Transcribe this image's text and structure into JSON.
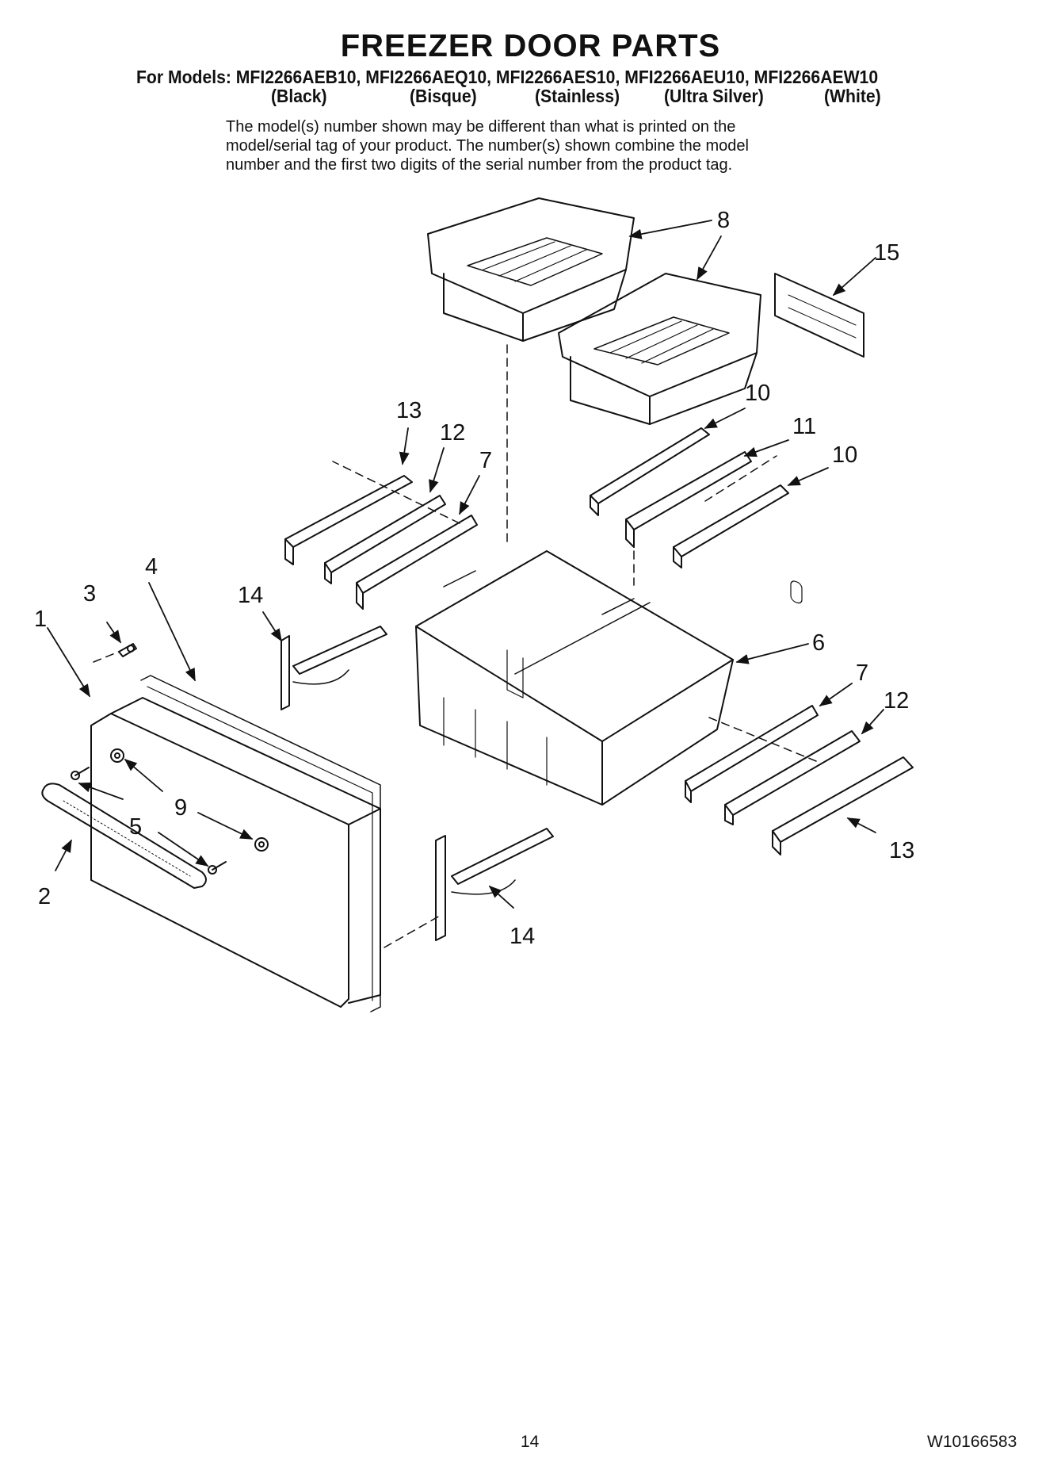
{
  "header": {
    "title": "FREEZER DOOR PARTS",
    "models_line": "For Models: MFI2266AEB10, MFI2266AEQ10, MFI2266AES10, MFI2266AEU10, MFI2266AEW10",
    "colors": [
      "(Black)",
      "(Bisque)",
      "(Stainless)",
      "(Ultra Silver)",
      "(White)"
    ],
    "note_lines": [
      "The model(s) number shown may be different than what is printed on the",
      "model/serial tag of your product. The number(s) shown combine the model",
      "number and the first two digits of the serial number from the product tag."
    ]
  },
  "diagram": {
    "callouts": [
      "8",
      "15",
      "10",
      "11",
      "10",
      "13",
      "12",
      "7",
      "4",
      "3",
      "14",
      "1",
      "6",
      "7",
      "12",
      "9",
      "5",
      "2",
      "13",
      "14"
    ]
  },
  "footer": {
    "page_number": "14",
    "document_number": "W10166583"
  }
}
